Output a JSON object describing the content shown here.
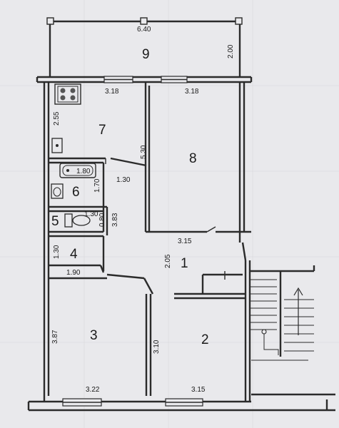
{
  "plan": {
    "rooms": [
      {
        "number": "1"
      },
      {
        "number": "2"
      },
      {
        "number": "3"
      },
      {
        "number": "4"
      },
      {
        "number": "5"
      },
      {
        "number": "6"
      },
      {
        "number": "7"
      },
      {
        "number": "8"
      },
      {
        "number": "9"
      }
    ],
    "dimensions": {
      "balcony_width": "6.40",
      "balcony_depth": "2.00",
      "kitchen_window": "3.18",
      "room8_window": "3.18",
      "kitchen_depth": "2.55",
      "room8_depth": "5.30",
      "bath_length": "1.80",
      "bathroom_depth": "1.70",
      "corridor_width": "1.30",
      "wc_width": "1.30",
      "wc_depth": "0.80",
      "hall_length": "3.83",
      "storage_depth": "1.30",
      "storage_width": "1.90",
      "room8_width": "3.15",
      "hall_depth": "2.05",
      "room3_depth": "3.87",
      "room2_depth": "3.10",
      "room3_window": "3.22",
      "room2_window": "3.15"
    }
  },
  "colors": {
    "paper": "#e9e9ec",
    "line": "#2b2b2b"
  }
}
